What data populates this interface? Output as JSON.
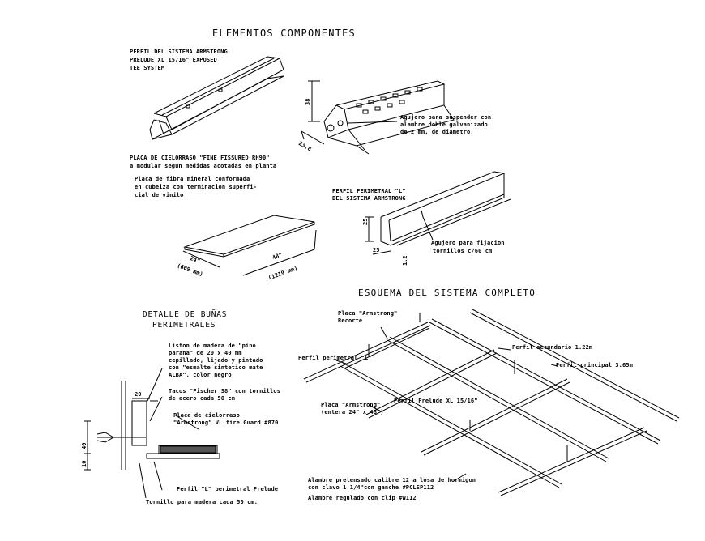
{
  "titles": {
    "main": "ELEMENTOS COMPONENTES",
    "system": "ESQUEMA DEL SISTEMA COMPLETO",
    "detail_line1": "DETALLE DE BUÑAS",
    "detail_line2": "PERIMETRALES"
  },
  "profile": {
    "line1": "PERFIL DEL SISTEMA ARMSTRONG",
    "line2": "PRELUDE XL 15/16\" EXPOSED",
    "line3": "TEE SYSTEM"
  },
  "hole_note": {
    "line1": "Agujero para suspender con",
    "line2": "alambre doble galvanizado",
    "line3": "de 2 mm. de diametro."
  },
  "tee_dims": {
    "height": "38",
    "width": "23.8"
  },
  "plate": {
    "line1": "PLACA DE CIELORRASO \"FINE FISSURED RH90\"",
    "line2": "a modular segun medidas acotadas en planta",
    "line3": "Placa de fibra mineral conformada",
    "line4": "en cubeiza con terminacion superfi-",
    "line5": "cial de vinilo",
    "dim_short": "24\"",
    "dim_short_mm": "(609 mm)",
    "dim_long": "48\"",
    "dim_long_mm": "(1219 mm)"
  },
  "l_profile": {
    "line1": "PERFIL PERIMETRAL \"L\"",
    "line2": "DEL SISTEMA ARMSTRONG",
    "dim_h": "25",
    "dim_w": "25",
    "dim_t": "1.2",
    "note1": "Agujero para fijacion",
    "note2": "tornillos c/60 cm"
  },
  "system_labels": {
    "placa_line1": "Placa \"Armstrong\"",
    "placa_line2": "Recorte",
    "perimetral": "Perfil perimetral \"L\"",
    "secundario": "Perfil secundario 1.22m",
    "principal": "Perfil principal 3.65m",
    "prelude": "Perfil Prelude XL 15/16\"",
    "placa_entera1": "Placa \"Armstrong\"",
    "placa_entera2": "(entera 24\" x 48\")",
    "alambre1": "Alambre pretensado calibre 12 a losa de hormigon",
    "alambre2": "con clavo 1 1/4\"con ganche #PCLSP112",
    "alambre3": "Alambre regulado con clip #W112"
  },
  "detail": {
    "wood1": "Liston de madera de \"pino",
    "wood2": "parana\" de 20 x 40 mm",
    "wood3": "cepillado, lijado y pintado",
    "wood4": "con \"esmalte sintetico mate",
    "wood5": "ALBA\", color negro",
    "tacos1": "Tacos \"Fischer S8\" con tornillos",
    "tacos2": "de acero cada 50 cm",
    "placa1": "Placa de cielorraso",
    "placa2": "\"Armstrong\" VL fire Guard #870",
    "perfil_l": "Perfil \"L\" perimetral Prelude",
    "tornillo": "Tornillo para madera cada 50 cm.",
    "dim_20": "20",
    "dim_40": "40",
    "dim_10": "10"
  }
}
